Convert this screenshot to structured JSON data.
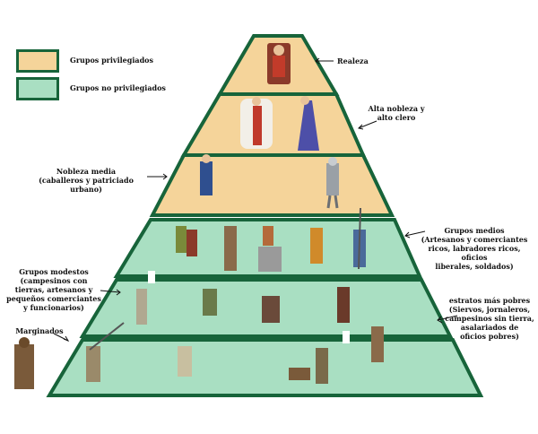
{
  "legend": {
    "privileged": "Grupos privilegiados",
    "unprivileged": "Grupos no privilegiados",
    "privileged_color": "#f5d49a",
    "unprivileged_color": "#a9dfc2",
    "border_color": "#17643a"
  },
  "labels": {
    "realeza": "Realeza",
    "alta_nobleza_l1": "Alta nobleza y",
    "alta_nobleza_l2": "alto clero",
    "nobleza_media_l1": "Nobleza media",
    "nobleza_media_l2": "(caballeros y patriciado urbano)",
    "grupos_medios_l1": "Grupos medios",
    "grupos_medios_l2": "(Artesanos y comerciantes",
    "grupos_medios_l3": "ricos, labradores ricos, oficios",
    "grupos_medios_l4": "liberales, soldados)",
    "modestos_l1": "Grupos modestos",
    "modestos_l2": "(campesinos con",
    "modestos_l3": "tierras, artesanos y",
    "modestos_l4": "pequeños comerciantes",
    "modestos_l5": "y funcionarios)",
    "pobres_l1": "estratos más pobres",
    "pobres_l2": "(Siervos, jornaleros,",
    "pobres_l3": "campesinos sin tierra,",
    "pobres_l4": "asalariados de",
    "pobres_l5": "oficios pobres)",
    "marginados": "Marginados"
  }
}
